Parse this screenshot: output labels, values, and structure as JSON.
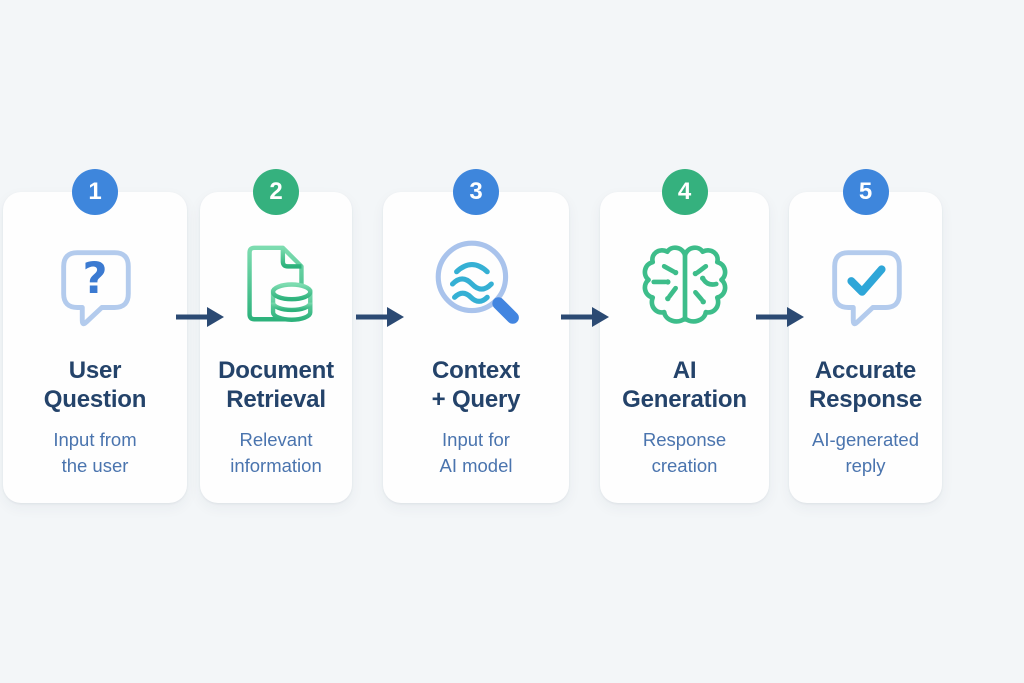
{
  "diagram": {
    "name": "RAG pipeline flow",
    "background_color": "#f3f6f8",
    "card_color": "#fefefe",
    "arrow_color": "#2b4a73",
    "title_color": "#24436a",
    "subtitle_color": "#4a74ae",
    "badge_blue": "#3e86dc",
    "badge_green": "#35b17e",
    "icon_colors": {
      "bubble_stroke": "#b3cbed",
      "question_mark": "#3b7ad1",
      "document_green_top": "#7ddcb0",
      "document_green_bottom": "#2db27c",
      "magnifier_ring": "#a9c3ec",
      "magnifier_handle": "#4285e0",
      "wave_teal": "#35b0d4",
      "brain_green": "#3dbd8a",
      "check_teal": "#2ea6d8"
    },
    "steps": [
      {
        "number": "1",
        "badge_color": "#3e86dc",
        "icon": "question-bubble-icon",
        "title_line1": "User",
        "title_line2": "Question",
        "desc_line1": "Input from",
        "desc_line2": "the user"
      },
      {
        "number": "2",
        "badge_color": "#35b17e",
        "icon": "document-database-icon",
        "title_line1": "Document",
        "title_line2": "Retrieval",
        "desc_line1": "Relevant",
        "desc_line2": "information"
      },
      {
        "number": "3",
        "badge_color": "#3e86dc",
        "icon": "magnifier-waves-icon",
        "title_line1": "Context",
        "title_line2": "+ Query",
        "desc_line1": "Input for",
        "desc_line2": "AI model"
      },
      {
        "number": "4",
        "badge_color": "#35b17e",
        "icon": "brain-icon",
        "title_line1": "AI",
        "title_line2": "Generation",
        "desc_line1": "Response",
        "desc_line2": "creation"
      },
      {
        "number": "5",
        "badge_color": "#3e86dc",
        "icon": "check-bubble-icon",
        "title_line1": "Accurate",
        "title_line2": "Response",
        "desc_line1": "AI-generated",
        "desc_line2": "reply"
      }
    ]
  }
}
